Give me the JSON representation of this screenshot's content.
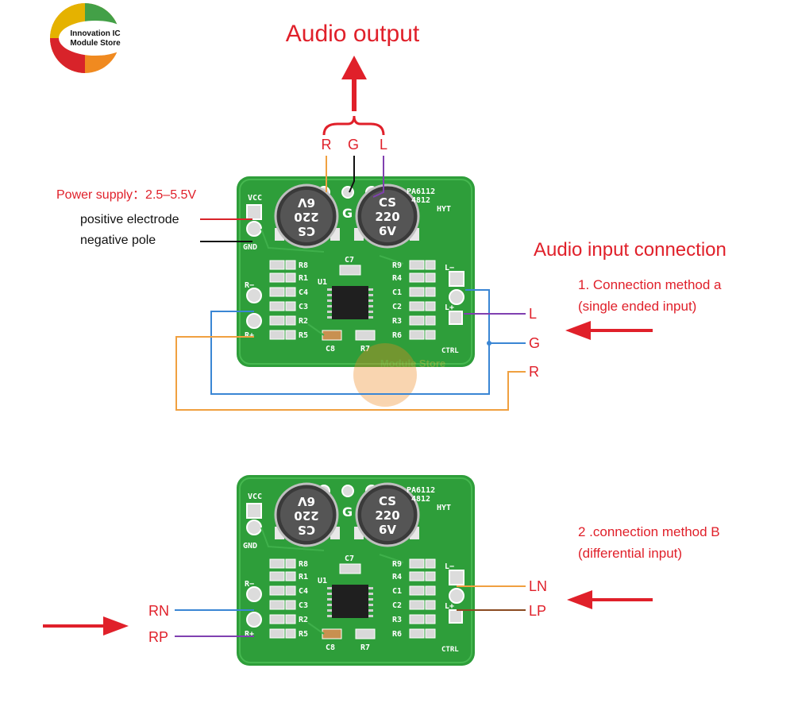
{
  "logo": {
    "line1": "Innovation IC",
    "line2": "Module Store",
    "watermark": "Module Store"
  },
  "title": "Audio output",
  "output_pins": {
    "r": "R",
    "g": "G",
    "l": "L"
  },
  "power": {
    "label": "Power supply：2.5–5.5V",
    "positive": "positive electrode",
    "negative": "negative pole"
  },
  "section_heading": "Audio input connection",
  "method_a": {
    "line1": "1. Connection method a",
    "line2": "(single ended input)",
    "pins": {
      "l": "L",
      "g": "G",
      "r": "R"
    }
  },
  "method_b": {
    "line1": "2 .connection method B",
    "line2": "(differential input)",
    "pins": {
      "ln": "LN",
      "lp": "LP",
      "rn": "RN",
      "rp": "RP"
    }
  },
  "board": {
    "vcc": "VCC",
    "gnd": "GND",
    "g": "G",
    "model1": "PA6112",
    "model2": "4812",
    "maker": "HYT",
    "cap_left": [
      "CS",
      "220",
      "6V"
    ],
    "cap_right": [
      "CS",
      "220",
      "6V"
    ],
    "left_refs": [
      "R8",
      "R1",
      "C4",
      "C3",
      "R2",
      "R5"
    ],
    "right_refs": [
      "R9",
      "R4",
      "C1",
      "C2",
      "R3",
      "R6"
    ],
    "mid_refs": {
      "c7": "C7",
      "u1": "U1",
      "c8": "C8",
      "r7": "R7"
    },
    "left_pins": {
      "rminus": "R−",
      "rplus": "R+"
    },
    "right_pins": {
      "lminus": "L−",
      "lplus": "L+",
      "ctrl": "CTRL"
    }
  },
  "colors": {
    "accent_red": "#e0202a",
    "pcb_green": "#2e9e3a",
    "wire_orange": "#f0a040",
    "wire_blue": "#3a86d4",
    "wire_purple": "#8040b0",
    "wire_brown": "#8a4a20",
    "wire_black": "#111111"
  }
}
